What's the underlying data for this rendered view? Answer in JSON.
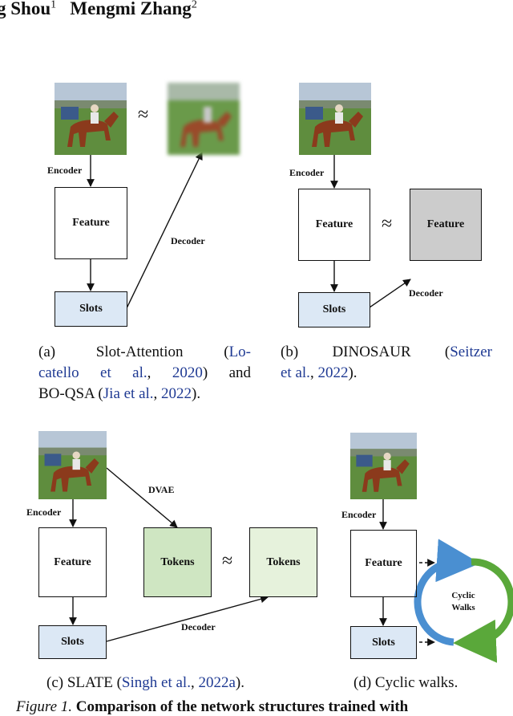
{
  "header": {
    "author1": "g Shou",
    "author1_sup": "1",
    "author2": "Mengmi Zhang",
    "author2_sup": "2"
  },
  "panel_a": {
    "encoder": "Encoder",
    "feature": "Feature",
    "slots": "Slots",
    "decoder": "Decoder",
    "approx": "≈",
    "caption": {
      "prefix": "(a) Slot-Attention (",
      "cite1a": "Lo-",
      "cite1b": "catello et al.",
      "comma1": ", ",
      "year1": "2020",
      "mid": ") and",
      "line3": "BO-QSA (",
      "cite2": "Jia et al.",
      "comma2": ", ",
      "year2": "2022",
      "end": ")."
    }
  },
  "panel_b": {
    "encoder": "Encoder",
    "feature": "Feature",
    "feature_target": "Feature",
    "slots": "Slots",
    "decoder": "Decoder",
    "approx": "≈",
    "caption": {
      "prefix": "(b) DINOSAUR (",
      "cite1": "Seitzer",
      "cite2": "et al.",
      "comma": ", ",
      "year": "2022",
      "end": ")."
    }
  },
  "panel_c": {
    "encoder": "Encoder",
    "feature": "Feature",
    "tokens1": "Tokens",
    "tokens2": "Tokens",
    "slots": "Slots",
    "dvae": "DVAE",
    "decoder": "Decoder",
    "approx": "≈",
    "caption": {
      "prefix": "(c) SLATE (",
      "cite": "Singh et al.",
      "comma": ", ",
      "year": "2022a",
      "end": ")."
    }
  },
  "panel_d": {
    "encoder": "Encoder",
    "feature": "Feature",
    "slots": "Slots",
    "cyclic1": "Cyclic",
    "cyclic2": "Walks",
    "caption": "(d) Cyclic walks."
  },
  "figure_caption": {
    "label": "Figure 1.",
    "text": "Comparison of the network structures trained with"
  },
  "colors": {
    "slots": "#dce8f5",
    "gray_feature": "#cccccc",
    "tokens_dark": "#cfe6c2",
    "tokens_light": "#e6f2dc",
    "arrow_blue": "#4a8fd1",
    "arrow_green": "#5aa83a",
    "cite": "#1f3a93"
  }
}
